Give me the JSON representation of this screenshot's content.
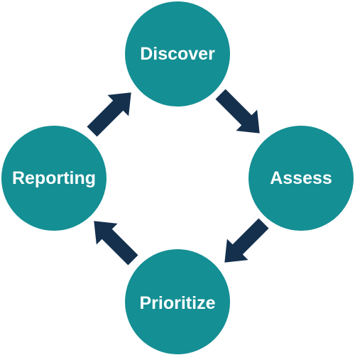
{
  "diagram": {
    "nodes": [
      {
        "id": "discover",
        "label": "Discover"
      },
      {
        "id": "assess",
        "label": "Assess"
      },
      {
        "id": "prioritize",
        "label": "Prioritize"
      },
      {
        "id": "reporting",
        "label": "Reporting"
      }
    ],
    "edges": [
      {
        "from": "discover",
        "to": "assess"
      },
      {
        "from": "assess",
        "to": "prioritize"
      },
      {
        "from": "prioritize",
        "to": "reporting"
      },
      {
        "from": "reporting",
        "to": "discover"
      }
    ],
    "colors": {
      "node_fill": "#148f94",
      "arrow_fill": "#14304d",
      "label_text": "#ffffff",
      "background": "#ffffff"
    }
  }
}
